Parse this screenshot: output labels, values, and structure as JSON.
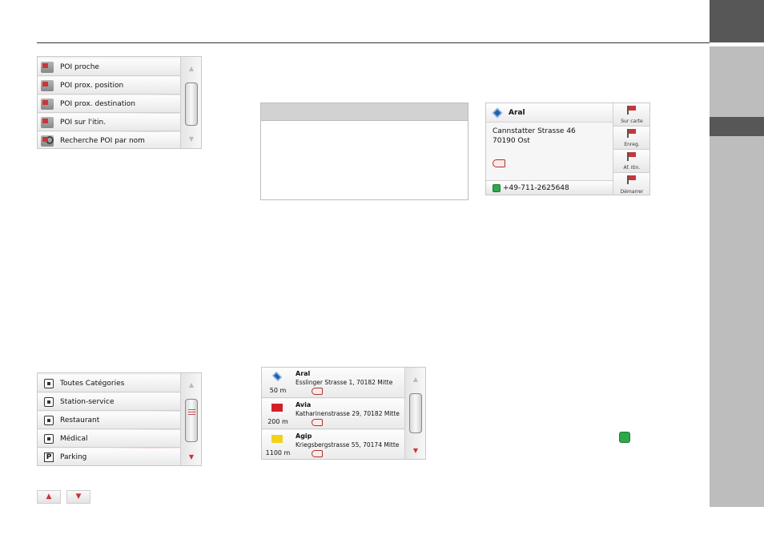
{
  "poi_menu": {
    "items": [
      {
        "label": "POI proche",
        "icon": "poi-nearby-icon"
      },
      {
        "label": "POI prox. position",
        "icon": "poi-position-icon"
      },
      {
        "label": "POI prox. destination",
        "icon": "poi-destination-icon"
      },
      {
        "label": "POI sur l'itin.",
        "icon": "poi-route-icon"
      },
      {
        "label": "Recherche POI par nom",
        "icon": "poi-search-icon"
      }
    ],
    "scroll_up": "▲",
    "scroll_down": "▼"
  },
  "detail": {
    "name": "Aral",
    "street": "Cannstatter Strasse 46",
    "city": "70190 Ost",
    "phone": "+49-711-2625648",
    "buttons": [
      "Sur carte",
      "Enreg.",
      "Af. Itin.",
      "Démarrer"
    ]
  },
  "categories": {
    "items": [
      {
        "label": "Toutes Catégories"
      },
      {
        "label": "Station-service"
      },
      {
        "label": "Restaurant"
      },
      {
        "label": "Médical"
      },
      {
        "label": "Parking",
        "symbol": "P"
      }
    ],
    "scroll_up": "▲",
    "scroll_down": "▼"
  },
  "results": [
    {
      "name": "Aral",
      "address": "Esslinger Strasse 1, 70182 Mitte",
      "distance": "50 m"
    },
    {
      "name": "Avia",
      "address": "Katharinenstrasse 29, 70182 Mitte",
      "distance": "200 m"
    },
    {
      "name": "Agip",
      "address": "Kriegsbergstrasse 55, 70174 Mitte",
      "distance": "1100 m"
    }
  ],
  "results_scroll": {
    "up": "▲",
    "down": "▼"
  },
  "nav_buttons": {
    "up": "▲",
    "down": "▼"
  },
  "colors": {
    "accent_red": "#c8353a",
    "sidebar_dark": "#575757",
    "sidebar_light": "#bdbdbd",
    "phone_green": "#2ea84a"
  }
}
